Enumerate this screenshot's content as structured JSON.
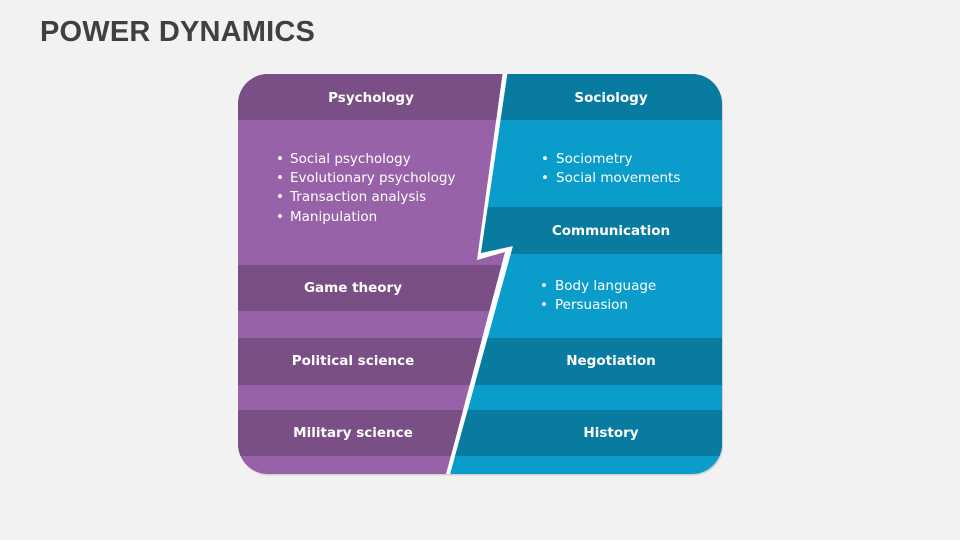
{
  "title": "POWER DYNAMICS",
  "colors": {
    "purple_dark": "#7a4f85",
    "purple_light": "#9862a8",
    "teal_dark": "#0a7ba0",
    "teal_light": "#0a9dcb"
  },
  "left": {
    "header": "Psychology",
    "bullets": [
      "Social psychology",
      "Evolutionary psychology",
      "Transaction analysis",
      "Manipulation"
    ],
    "sections": [
      "Game theory",
      "Political science",
      "Military science"
    ]
  },
  "right": {
    "header": "Sociology",
    "bullets1": [
      "Sociometry",
      "Social movements"
    ],
    "section1": "Communication",
    "bullets2": [
      "Body language",
      "Persuasion"
    ],
    "sections": [
      "Negotiation",
      "History"
    ]
  }
}
